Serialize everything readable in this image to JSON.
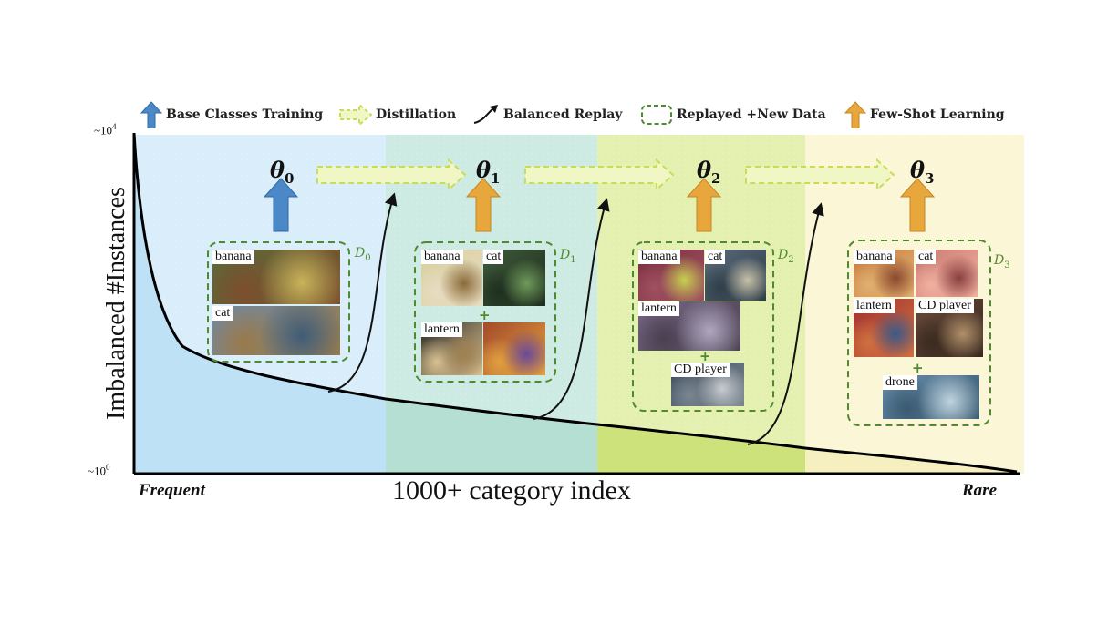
{
  "legend": {
    "base_training": "Base Classes Training",
    "distillation": "Distillation",
    "balanced_replay": "Balanced Replay",
    "replayed_new_data": "Replayed +New Data",
    "few_shot_learning": "Few-Shot Learning"
  },
  "colors": {
    "base_arrow": "#4a88c8",
    "distill_arrow": "#d6e86a",
    "fewshot_arrow": "#e7a73c",
    "dashed_box": "#4f8a2e",
    "region_0": "#d9eefa",
    "region_1": "#cdebe2",
    "region_2": "#e4f0b0",
    "region_3": "#fbf6d6"
  },
  "axes": {
    "x_title": "1000+ category index",
    "y_title": "Imbalanced #Instances",
    "y_top": "~10",
    "y_top_exp": "4",
    "y_bottom": "~10",
    "y_bottom_exp": "0",
    "x_left": "Frequent",
    "x_right": "Rare"
  },
  "stages": [
    {
      "theta": "θ",
      "theta_sub": "0",
      "dataset": "D",
      "dataset_sub": "0",
      "images": [
        {
          "label": "banana",
          "colors": [
            "#5a6b3a",
            "#c9b35a",
            "#7c4e2d"
          ]
        },
        {
          "label": "cat",
          "colors": [
            "#6d8aa8",
            "#3f5c77",
            "#9a7a4a"
          ]
        }
      ],
      "new": []
    },
    {
      "theta": "θ",
      "theta_sub": "1",
      "dataset": "D",
      "dataset_sub": "1",
      "images": [
        {
          "label": "banana",
          "colors": [
            "#d9cfa0",
            "#8a6a3a",
            "#e7dcc0"
          ]
        },
        {
          "label": "cat",
          "colors": [
            "#3e5a3a",
            "#6f9a5a",
            "#1f2f1f"
          ]
        },
        {
          "label": "lantern",
          "colors": [
            "#2c2a25",
            "#a08050",
            "#d8c090"
          ]
        },
        {
          "label": "",
          "colors": [
            "#a44a2a",
            "#6a4a9a",
            "#e0a040"
          ]
        }
      ],
      "new": []
    },
    {
      "theta": "θ",
      "theta_sub": "2",
      "dataset": "D",
      "dataset_sub": "2",
      "images": [
        {
          "label": "banana",
          "colors": [
            "#7a3040",
            "#c9d050",
            "#a05060"
          ]
        },
        {
          "label": "cat",
          "colors": [
            "#5a6a7a",
            "#c8c0a8",
            "#30404a"
          ]
        },
        {
          "label": "lantern",
          "colors": [
            "#7a6a8a",
            "#b0a8c0",
            "#4a4050"
          ]
        }
      ],
      "new": [
        {
          "label": "CD player",
          "colors": [
            "#3a4a5a",
            "#c8ccd0",
            "#7a8590"
          ]
        }
      ]
    },
    {
      "theta": "θ",
      "theta_sub": "3",
      "dataset": "D",
      "dataset_sub": "3",
      "images": [
        {
          "label": "banana",
          "colors": [
            "#c87a40",
            "#8a4a30",
            "#e0b070"
          ]
        },
        {
          "label": "cat",
          "colors": [
            "#c87870",
            "#8a4040",
            "#f0b0a0"
          ]
        },
        {
          "label": "lantern",
          "colors": [
            "#a03030",
            "#3a5a8a",
            "#d07040"
          ]
        },
        {
          "label": "CD player",
          "colors": [
            "#6a4a3a",
            "#b0906a",
            "#3a2a20"
          ]
        }
      ],
      "new": [
        {
          "label": "drone",
          "colors": [
            "#6a90b0",
            "#c0d4e0",
            "#3a5a70"
          ]
        }
      ]
    }
  ]
}
